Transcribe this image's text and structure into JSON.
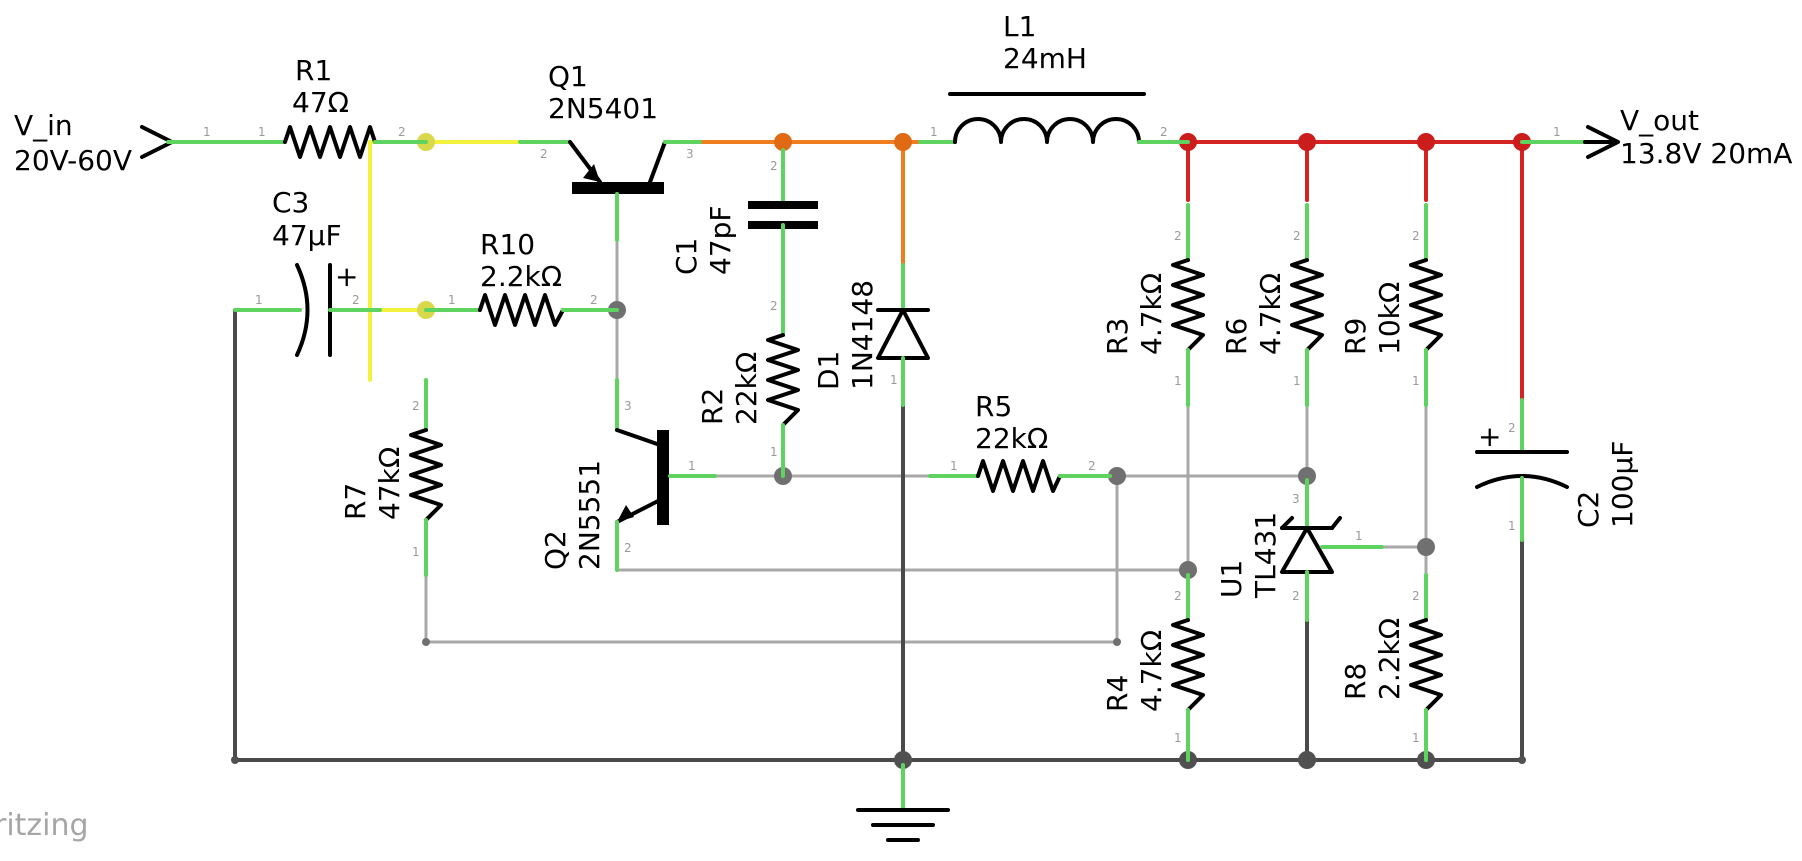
{
  "colors": {
    "wire_yellow": "#f2f23c",
    "wire_orange": "#f07d1e",
    "wire_red": "#d42323",
    "wire_grey": "#a8a8a8",
    "wire_ground": "#4a4a4a",
    "lead_green": "#5fd35f",
    "junction_yellow": "#d8d84a",
    "junction_orange": "#e06a14",
    "junction_red": "#cc1d1d",
    "junction_grey": "#707070",
    "junction_ground": "#505050"
  },
  "ports": {
    "vin": {
      "name": "V_in",
      "value": "20V-60V"
    },
    "vout": {
      "name": "V_out",
      "value": "13.8V 20mA"
    }
  },
  "components": {
    "R1": {
      "name": "R1",
      "value": "47Ω"
    },
    "Q1": {
      "name": "Q1",
      "value": "2N5401"
    },
    "L1": {
      "name": "L1",
      "value": "24mH"
    },
    "C3": {
      "name": "C3",
      "value": "47µF",
      "polarity": "+"
    },
    "R10": {
      "name": "R10",
      "value": "2.2kΩ"
    },
    "C1": {
      "name": "C1",
      "value": "47pF"
    },
    "D1": {
      "name": "D1",
      "value": "1N4148"
    },
    "R2": {
      "name": "R2",
      "value": "22kΩ"
    },
    "R7": {
      "name": "R7",
      "value": "47kΩ"
    },
    "Q2": {
      "name": "Q2",
      "value": "2N5551"
    },
    "R5": {
      "name": "R5",
      "value": "22kΩ"
    },
    "R3": {
      "name": "R3",
      "value": "4.7kΩ"
    },
    "R6": {
      "name": "R6",
      "value": "4.7kΩ"
    },
    "R9": {
      "name": "R9",
      "value": "10kΩ"
    },
    "U1": {
      "name": "U1",
      "value": "TL431"
    },
    "R4": {
      "name": "R4",
      "value": "4.7kΩ"
    },
    "R8": {
      "name": "R8",
      "value": "2.2kΩ"
    },
    "C2": {
      "name": "C2",
      "value": "100µF",
      "polarity": "+"
    }
  },
  "pins": {
    "one": "1",
    "two": "2",
    "three": "3"
  },
  "watermark": "ritzing"
}
